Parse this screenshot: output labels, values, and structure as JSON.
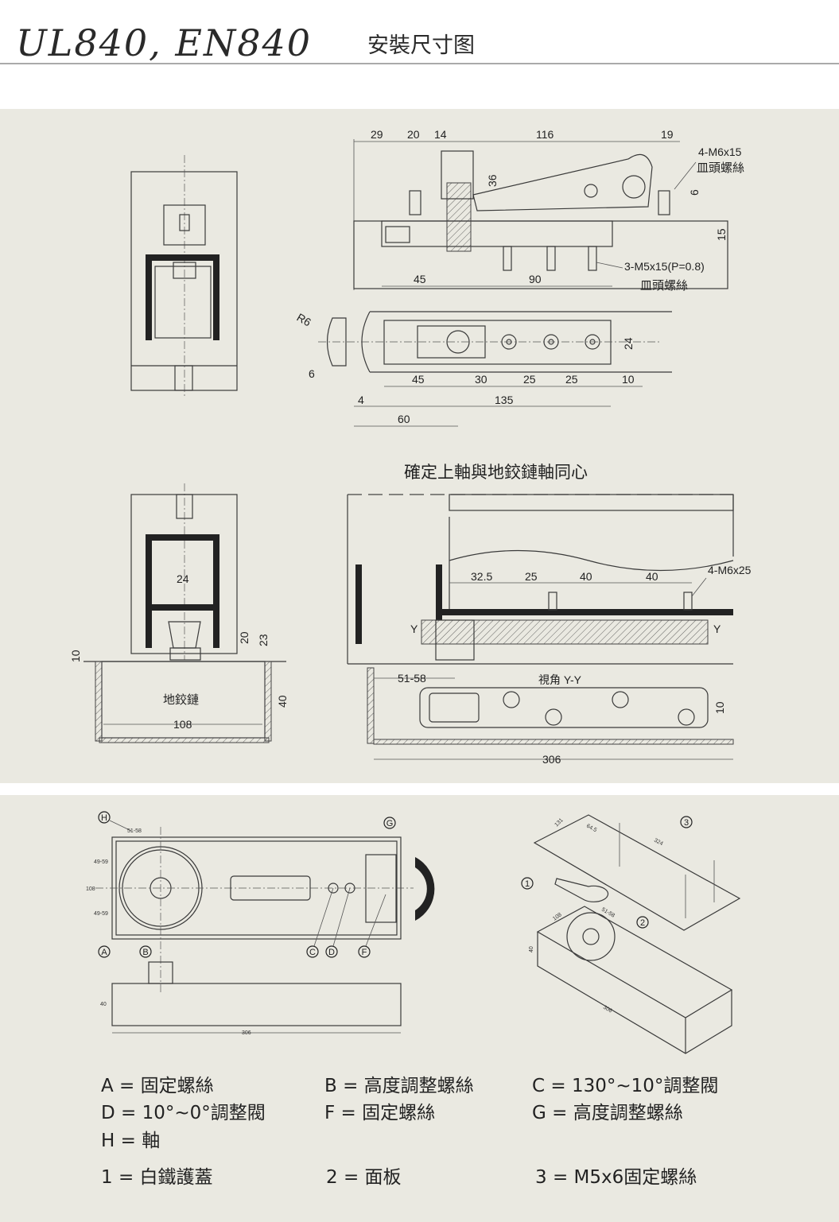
{
  "title": {
    "model": "UL840, EN840",
    "subtitle": "安裝尺寸图"
  },
  "top_view": {
    "dims_top": [
      "29",
      "20",
      "14",
      "116",
      "19"
    ],
    "dim_36": "36",
    "dim_6": "6",
    "dim_15": "15",
    "dim_45": "45",
    "dim_90": "90",
    "screw1": "4-M6x15",
    "screw1_type": "皿頭螺絲",
    "screw2": "3-M5x15(P=0.8)",
    "screw2_type": "皿頭螺絲"
  },
  "plan_view": {
    "r6": "R6",
    "dim_6": "6",
    "dim_24": "24",
    "dims_row": [
      "45",
      "30",
      "25",
      "25",
      "10"
    ],
    "dim_4": "4",
    "dim_135": "135",
    "dim_60": "60"
  },
  "middle": {
    "heading": "確定上軸與地鉸鏈軸同心",
    "left": {
      "dim_24": "24",
      "dim_20": "20",
      "dim_23": "23",
      "dim_10": "10",
      "dim_40": "40",
      "label": "地鉸鏈",
      "dim_108": "108"
    },
    "right": {
      "dims": [
        "32.5",
        "25",
        "40",
        "40"
      ],
      "screw": "4-M6x25",
      "y_left": "Y",
      "y_right": "Y",
      "dim_5158": "51-58",
      "view": "視角 Y-Y",
      "dim_10": "10",
      "dim_306": "306"
    }
  },
  "bottom": {
    "plan": {
      "H": "H",
      "G": "G",
      "A": "A",
      "B": "B",
      "C": "C",
      "D": "D",
      "F": "F",
      "dim_5158": "51-58",
      "dim_4959a": "49-59",
      "dim_108": "108",
      "dim_4959b": "49-59",
      "dim_40": "40",
      "dim_306": "306"
    },
    "iso": {
      "dim_131": "131",
      "dim_645": "64.5",
      "dim_324": "324",
      "n1": "1",
      "n2": "2",
      "n3": "3",
      "dim_108": "108",
      "dim_5158": "51-58",
      "dim_40": "40",
      "dim_306": "306"
    }
  },
  "legend": [
    [
      "A = 固定螺絲",
      "B = 高度調整螺絲",
      "C = 130°~10°調整閥"
    ],
    [
      "D = 10°~0°調整閥",
      "F = 固定螺絲",
      "G = 高度調整螺絲"
    ],
    [
      "H = 軸"
    ],
    [
      "1 = 白鐵護蓋",
      "2 = 面板",
      "3 = M5x6固定螺絲"
    ]
  ],
  "colors": {
    "panel": "#eae9e1",
    "line": "#2a2a2a"
  }
}
